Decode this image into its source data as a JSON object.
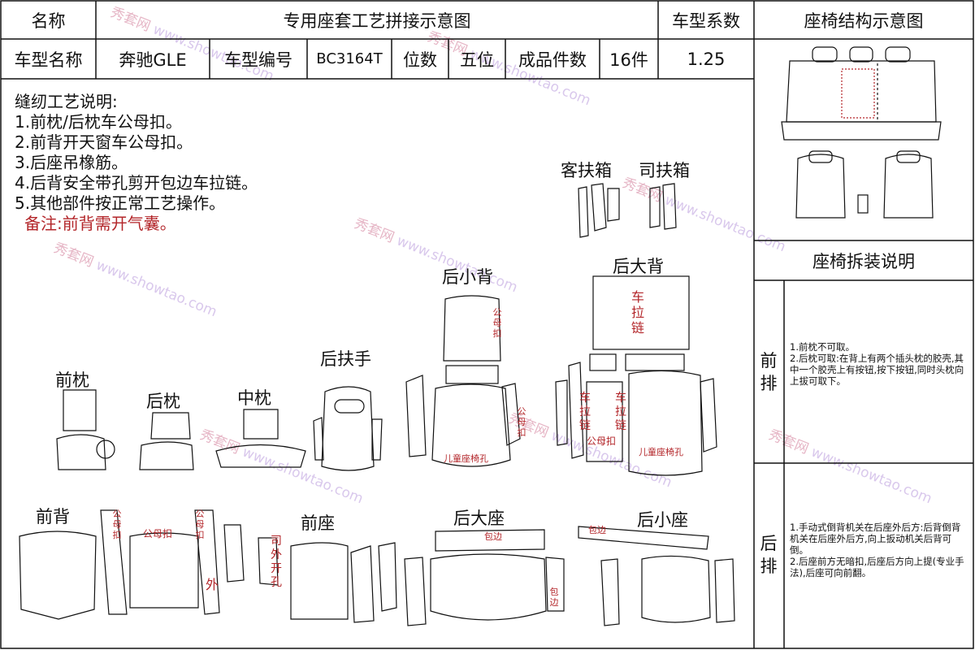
{
  "header": {
    "name_label": "名称",
    "title": "专用座套工艺拼接示意图",
    "coef_label": "车型系数",
    "struct_title": "座椅结构示意图",
    "model_label": "车型名称",
    "model_value": "奔驰GLE",
    "code_label": "车型编号",
    "code_value": "BC3164T",
    "seats_label": "位数",
    "seats_value": "五位",
    "pieces_label": "成品件数",
    "pieces_value": "16件",
    "coef_value": "1.25"
  },
  "notes": {
    "heading": "缝纫工艺说明:",
    "items": [
      "1.前枕/后枕车公母扣。",
      "2.前背开天窗车公母扣。",
      "3.后座吊橡筋。",
      "4.后背安全带孔剪开包边车拉链。",
      "5.其他部件按正常工艺操作。"
    ],
    "remark": "备注:前背需开气囊。"
  },
  "parts": {
    "passenger_armbox": "客扶箱",
    "driver_armbox": "司扶箱",
    "rear_small_back": "后小背",
    "rear_large_back": "后大背",
    "front_headrest": "前枕",
    "rear_headrest": "后枕",
    "middle_headrest": "中枕",
    "rear_armrest": "后扶手",
    "front_back": "前背",
    "front_seat": "前座",
    "rear_large_seat": "后大座",
    "rear_small_seat": "后小座"
  },
  "annotations": {
    "zipper": "车拉链",
    "snap": "公母扣",
    "child_seat_hole": "儿童座椅孔",
    "outer_open_hole": "司外开孔",
    "outer": "外",
    "hem": "包边"
  },
  "disassembly": {
    "title": "座椅拆装说明",
    "front_row_label": "前排",
    "front_row_text": "1.前枕不可取。\n2.后枕可取:在背上有两个插头枕的胶壳,其中一个胶壳上有按钮,按下按钮,同时头枕向上拔可取下。",
    "rear_row_label": "后排",
    "rear_row_text": "1.手动式倒背机关在后座外后方:后背倒背机关在后座外后方,向上扳动机关后背可倒。\n2.后座前方无暗扣,后座后方向上提(专业手法),后座可向前翻。"
  },
  "watermark": {
    "brand": "秀套网",
    "site": "www.showtao.com"
  },
  "colors": {
    "annotation_red": "#b3262a",
    "line": "#111111",
    "watermark": "#d9c8ec"
  }
}
